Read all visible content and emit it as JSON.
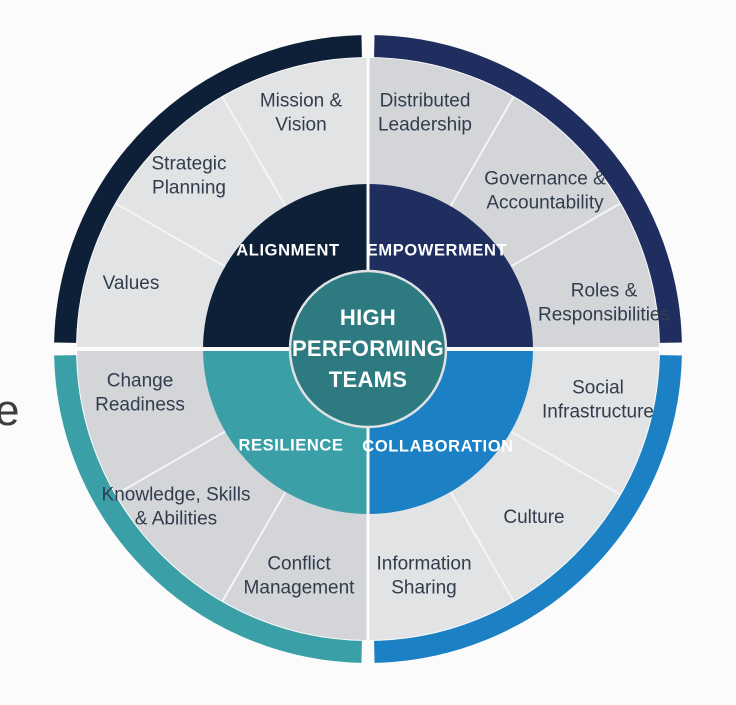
{
  "diagram": {
    "title": "HIGH\nPERFORMING\nTEAMS",
    "center_color": "#2d7a80",
    "background": "#fbfbfb",
    "text_color": "#313d4d",
    "edge_text_fragment": "e",
    "quadrants": [
      {
        "id": "alignment",
        "label": "ALIGNMENT",
        "color": "#0e2037",
        "ring_color": "#e2e3e5"
      },
      {
        "id": "empowerment",
        "label": "EMPOWERMENT",
        "color": "#1f2d5f",
        "ring_color": "#d3d5d8"
      },
      {
        "id": "resilience",
        "label": "RESILIENCE",
        "color": "#3a9fa7",
        "ring_color": "#d3d5d8"
      },
      {
        "id": "collaboration",
        "label": "COLLABORATION",
        "color": "#1b80c4",
        "ring_color": "#e2e3e5"
      }
    ],
    "outer_segments": [
      {
        "quadrant": "alignment",
        "label": "Mission &\nVision"
      },
      {
        "quadrant": "alignment",
        "label": "Strategic\nPlanning"
      },
      {
        "quadrant": "alignment",
        "label": "Values"
      },
      {
        "quadrant": "empowerment",
        "label": "Distributed\nLeadership"
      },
      {
        "quadrant": "empowerment",
        "label": "Governance &\nAccountability"
      },
      {
        "quadrant": "empowerment",
        "label": "Roles &\nResponsibilities"
      },
      {
        "quadrant": "collaboration",
        "label": "Social\nInfrastructure"
      },
      {
        "quadrant": "collaboration",
        "label": "Culture"
      },
      {
        "quadrant": "collaboration",
        "label": "Information\nSharing"
      },
      {
        "quadrant": "resilience",
        "label": "Change\nReadiness"
      },
      {
        "quadrant": "resilience",
        "label": "Knowledge, Skills\n& Abilities"
      },
      {
        "quadrant": "resilience",
        "label": "Conflict\nManagement"
      }
    ]
  }
}
